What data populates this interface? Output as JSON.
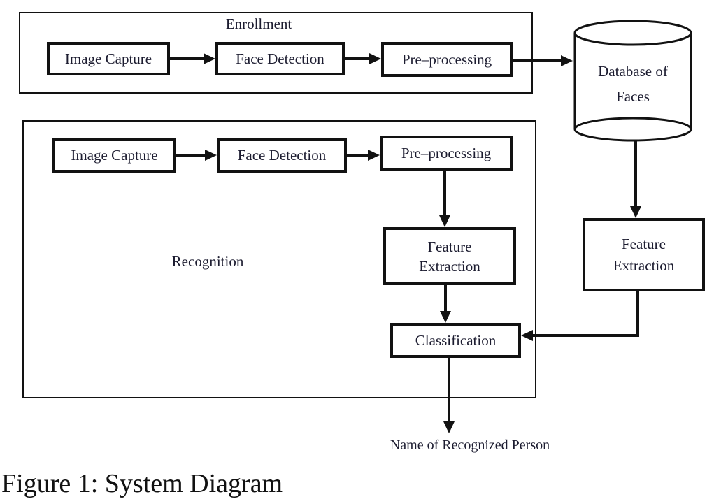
{
  "colors": {
    "line": "#121212",
    "text": "#1c1c30",
    "background": "#ffffff"
  },
  "enrollment": {
    "title": "Enrollment",
    "steps": {
      "image_capture": "Image Capture",
      "face_detection": "Face Detection",
      "pre_processing": "Pre–processing"
    }
  },
  "recognition": {
    "title": "Recognition",
    "steps": {
      "image_capture": "Image Capture",
      "face_detection": "Face Detection",
      "pre_processing": "Pre–processing",
      "feature_extraction_line1": "Feature",
      "feature_extraction_line2": "Extraction",
      "classification": "Classification"
    }
  },
  "database": {
    "line1": "Database of",
    "line2": "Faces"
  },
  "feature_extraction_db": {
    "line1": "Feature",
    "line2": "Extraction"
  },
  "output": {
    "label": "Name of Recognized Person"
  },
  "caption": {
    "text": "Figure 1: System Diagram"
  }
}
